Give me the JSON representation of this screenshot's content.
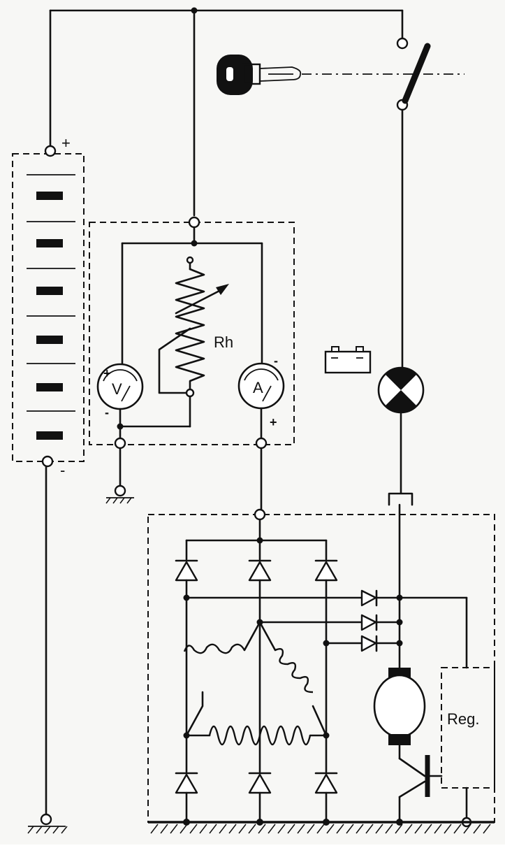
{
  "labels": {
    "rheostat": "Rh",
    "voltmeter": "V",
    "ammeter": "A",
    "regulator": "Reg.",
    "plus": "+",
    "minus": "-"
  },
  "colors": {
    "ink": "#111111",
    "paper": "#f7f7f5"
  },
  "components": [
    {
      "name": "battery",
      "cells": 6
    },
    {
      "name": "ignition-key-switch"
    },
    {
      "name": "rheostat"
    },
    {
      "name": "voltmeter"
    },
    {
      "name": "ammeter"
    },
    {
      "name": "warning-lamp"
    },
    {
      "name": "battery-symbol"
    },
    {
      "name": "alternator-rectifier",
      "diodes": 9
    },
    {
      "name": "exciter-motor"
    },
    {
      "name": "transistor"
    },
    {
      "name": "regulator"
    }
  ]
}
